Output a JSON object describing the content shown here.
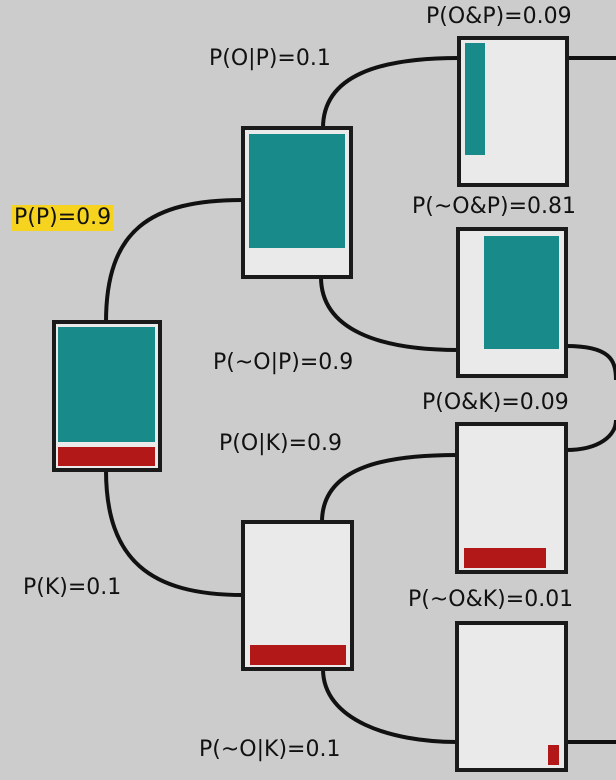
{
  "colors": {
    "background": "#cccccc",
    "box_fill": "#eaeaea",
    "box_border": "#1a1a1a",
    "p_fill": "#188a8a",
    "k_fill": "#b21818",
    "highlight": "#f5d31e"
  },
  "labels": {
    "p_prior": "P(P)=0.9",
    "k_prior": "P(K)=0.1",
    "o_given_p": "P(O|P)=0.1",
    "not_o_given_p": "P(~O|P)=0.9",
    "o_given_k": "P(O|K)=0.9",
    "not_o_given_k": "P(~O|K)=0.1",
    "o_and_p": "P(O&P)=0.09",
    "not_o_and_p": "P(~O&P)=0.81",
    "o_and_k": "P(O&K)=0.09",
    "not_o_and_k": "P(~O&K)=0.01"
  }
}
